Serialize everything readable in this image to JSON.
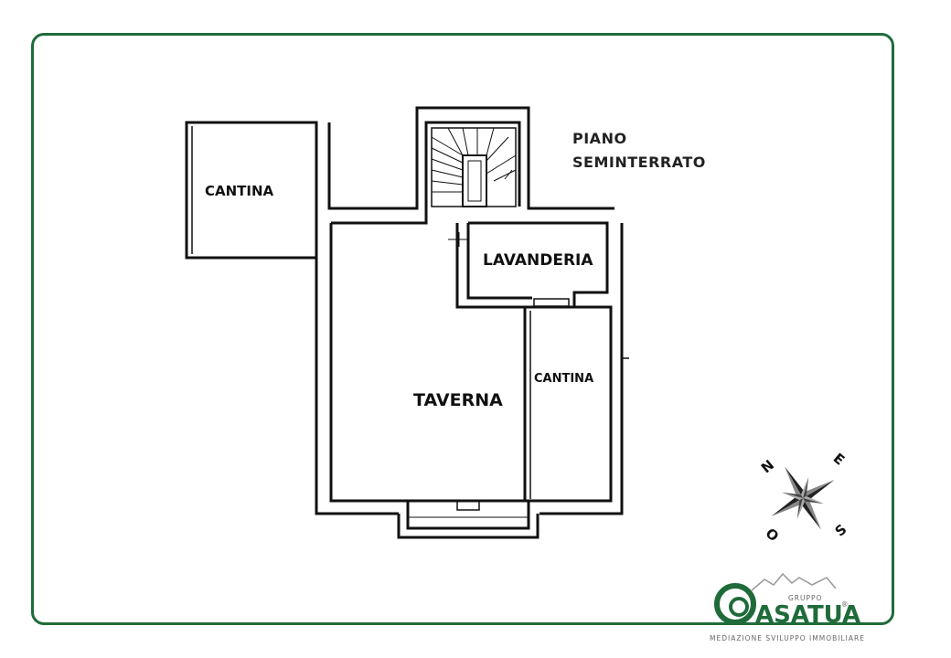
{
  "floor_title": {
    "line1": "PIANO",
    "line2": "SEMINTERRATO"
  },
  "rooms": {
    "cantina_left": "CANTINA",
    "lavanderia": "LAVANDERIA",
    "taverna": "TAVERNA",
    "cantina_right": "CANTINA"
  },
  "compass": {
    "north": "N",
    "east": "E",
    "south": "S",
    "west": "O"
  },
  "logo": {
    "small_word": "GRUPPO",
    "brand": "ASATUA",
    "registered": "®",
    "tagline": "MEDIAZIONE SVILUPPO IMMOBILIARE"
  },
  "colors": {
    "frame": "#1f6b3a",
    "walls": "#111111",
    "brand_green": "#1f6b3a"
  }
}
